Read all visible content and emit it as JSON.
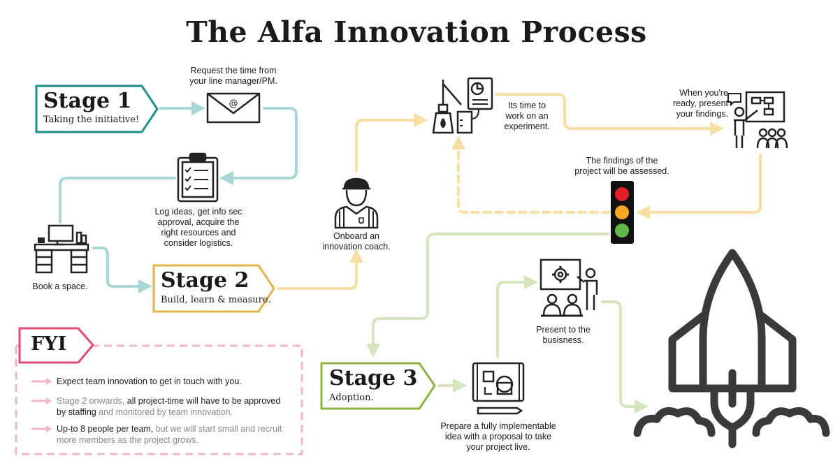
{
  "title": "The Alfa Innovation Process",
  "stages": [
    {
      "name": "Stage 1",
      "subtitle": "Taking the initiative!",
      "color": "#1f8f8a"
    },
    {
      "name": "Stage 2",
      "subtitle": "Build, learn & measure.",
      "color": "#e0b44a"
    },
    {
      "name": "Stage 3",
      "subtitle": "Adoption.",
      "color": "#8bb341"
    }
  ],
  "steps": {
    "request_time": [
      "Request the time from",
      "your line manager/PM."
    ],
    "log_ideas": [
      "Log ideas, get info sec",
      "approval, acquire the",
      "right resources and",
      "consider logistics."
    ],
    "book_space": [
      "Book a space."
    ],
    "onboard_coach": [
      "Onboard an",
      "innovation coach."
    ],
    "experiment": [
      "Its time to",
      "work on an",
      "experiment."
    ],
    "present_findings": [
      "When you're",
      "ready, present",
      "your findings."
    ],
    "findings_assessed": [
      "The findings of the",
      "project will be assessed."
    ],
    "present_business": [
      "Present to the",
      "busisness."
    ],
    "prepare_proposal": [
      "Prepare a fully implementable",
      "idea with a proposal to take",
      "your project live."
    ]
  },
  "fyi": {
    "title": "FYI",
    "items": [
      {
        "lines": [
          [
            {
              "t": "Expect team innovation to get in touch with you.",
              "m": false
            }
          ]
        ]
      },
      {
        "lines": [
          [
            {
              "t": "Stage 2 onwards, ",
              "m": true
            },
            {
              "t": "all project-time will have to be approved",
              "m": false
            }
          ],
          [
            {
              "t": "by staffing ",
              "m": false
            },
            {
              "t": "and monitored by team innovation.",
              "m": true
            }
          ]
        ]
      },
      {
        "lines": [
          [
            {
              "t": "Up-to 8 people per team, ",
              "m": false
            },
            {
              "t": "but we will start small and recruit",
              "m": true
            }
          ],
          [
            {
              "t": "more members as the project grows.",
              "m": true
            }
          ]
        ]
      }
    ]
  },
  "colors": {
    "teal": "#a9d6d6",
    "yellow": "#f7dfa3",
    "green": "#d5e6bd",
    "pink": "#f4b6c6",
    "fyi_border": "#e14b75",
    "light_red": "#e31e24",
    "light_amber": "#f5a623",
    "light_green": "#63b848"
  },
  "icons": [
    "envelope-icon",
    "clipboard-icon",
    "desk-icon",
    "coach-icon",
    "lab-icon",
    "presenter-board-icon",
    "traffic-light-icon",
    "presentation-icon",
    "blueprint-icon",
    "rocket-icon"
  ]
}
